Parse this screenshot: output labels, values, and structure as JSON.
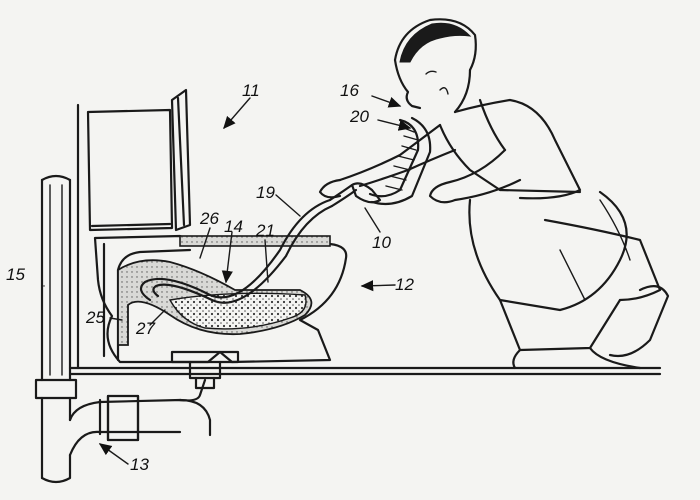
{
  "figure": {
    "reference_numerals": [
      {
        "id": "label-11",
        "text": "11"
      },
      {
        "id": "label-16",
        "text": "16"
      },
      {
        "id": "label-20",
        "text": "20"
      },
      {
        "id": "label-19",
        "text": "19"
      },
      {
        "id": "label-26",
        "text": "26"
      },
      {
        "id": "label-14",
        "text": "14"
      },
      {
        "id": "label-21",
        "text": "21"
      },
      {
        "id": "label-10",
        "text": "10"
      },
      {
        "id": "label-12",
        "text": "12"
      },
      {
        "id": "label-15",
        "text": "15"
      },
      {
        "id": "label-25",
        "text": "25"
      },
      {
        "id": "label-27",
        "text": "27"
      },
      {
        "id": "label-13",
        "text": "13"
      }
    ]
  }
}
